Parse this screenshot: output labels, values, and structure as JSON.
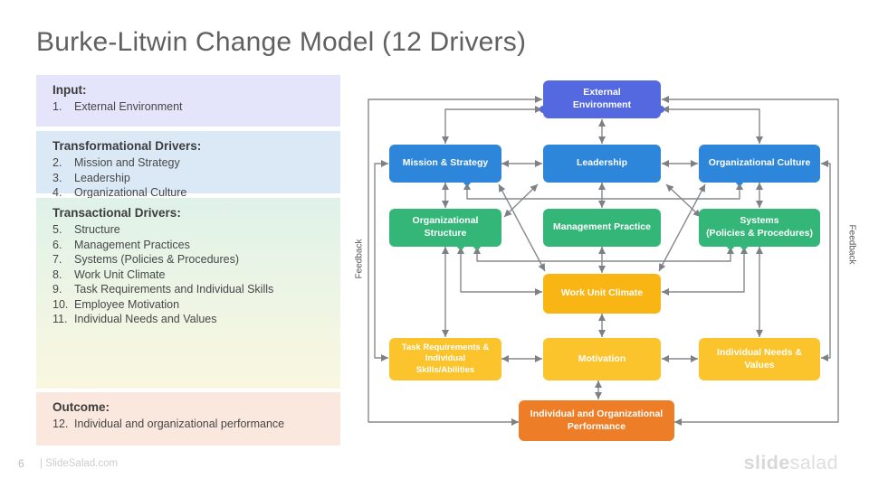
{
  "slide": {
    "title": "Burke-Litwin Change Model (12 Drivers)",
    "page_number": "6",
    "footer_site": "| SlideSalad.com",
    "brand_bold": "slide",
    "brand_light": "salad"
  },
  "legend": {
    "sections": [
      {
        "title": "Input:",
        "items": [
          {
            "num": "1.",
            "text": "External Environment"
          }
        ]
      },
      {
        "title": "Transformational Drivers:",
        "items": [
          {
            "num": "2.",
            "text": "Mission and Strategy"
          },
          {
            "num": "3.",
            "text": "Leadership"
          },
          {
            "num": "4.",
            "text": "Organizational Culture"
          }
        ]
      },
      {
        "title": "Transactional Drivers:",
        "items": [
          {
            "num": "5.",
            "text": "Structure"
          },
          {
            "num": "6.",
            "text": "Management Practices"
          },
          {
            "num": "7.",
            "text": "Systems (Policies & Procedures)"
          },
          {
            "num": "8.",
            "text": "Work Unit Climate"
          },
          {
            "num": "9.",
            "text": "Task Requirements and Individual Skills"
          },
          {
            "num": "10.",
            "text": "Employee Motivation"
          },
          {
            "num": "11.",
            "text": "Individual Needs and Values"
          }
        ]
      },
      {
        "title": "Outcome:",
        "items": [
          {
            "num": "12.",
            "text": "Individual and organizational performance"
          }
        ]
      }
    ]
  },
  "diagram": {
    "feedback_left": "Feedback",
    "feedback_right": "Feedback",
    "nodes": {
      "external_environment": {
        "label": "External\nEnvironment",
        "color": "#5468e0"
      },
      "mission_strategy": {
        "label": "Mission & Strategy",
        "color": "#2e86db"
      },
      "leadership": {
        "label": "Leadership",
        "color": "#2e86db"
      },
      "organizational_culture": {
        "label": "Organizational Culture",
        "color": "#2e86db"
      },
      "organizational_structure": {
        "label": "Organizational\nStructure",
        "color": "#34b679"
      },
      "management_practice": {
        "label": "Management Practice",
        "color": "#34b679"
      },
      "systems": {
        "label": "Systems\n(Policies & Procedures)",
        "color": "#34b679"
      },
      "work_unit_climate": {
        "label": "Work Unit Climate",
        "color": "#f9b513"
      },
      "task_requirements": {
        "label": "Task Requirements &\nIndividual\nSkills/Abilities",
        "color": "#fbc32c"
      },
      "motivation": {
        "label": "Motivation",
        "color": "#fbc32c"
      },
      "individual_needs": {
        "label": "Individual Needs &\nValues",
        "color": "#fbc32c"
      },
      "performance": {
        "label": "Individual and Organizational\nPerformance",
        "color": "#ed7d26"
      }
    },
    "colors": {
      "arrow": "#85888c",
      "arrowhead": "#7d8084"
    }
  }
}
